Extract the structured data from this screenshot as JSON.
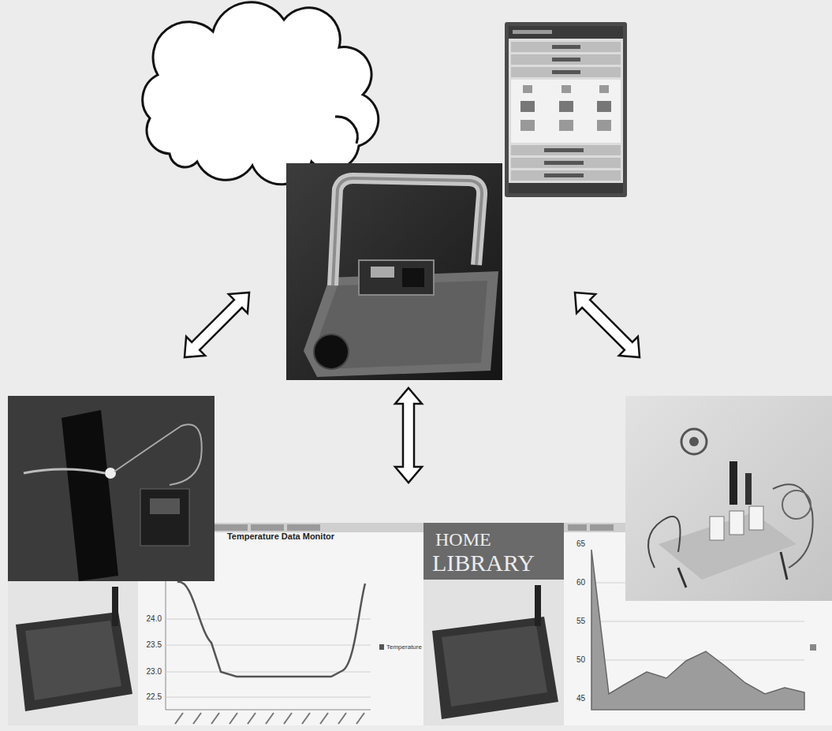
{
  "diagram": {
    "labels": [
      "Temperature Data Monitor",
      "24.0",
      "23.5",
      "23.0",
      "22.5",
      "Temperature",
      "HOME",
      "LIBRARY",
      "65",
      "60",
      "55",
      "50",
      "45"
    ]
  }
}
